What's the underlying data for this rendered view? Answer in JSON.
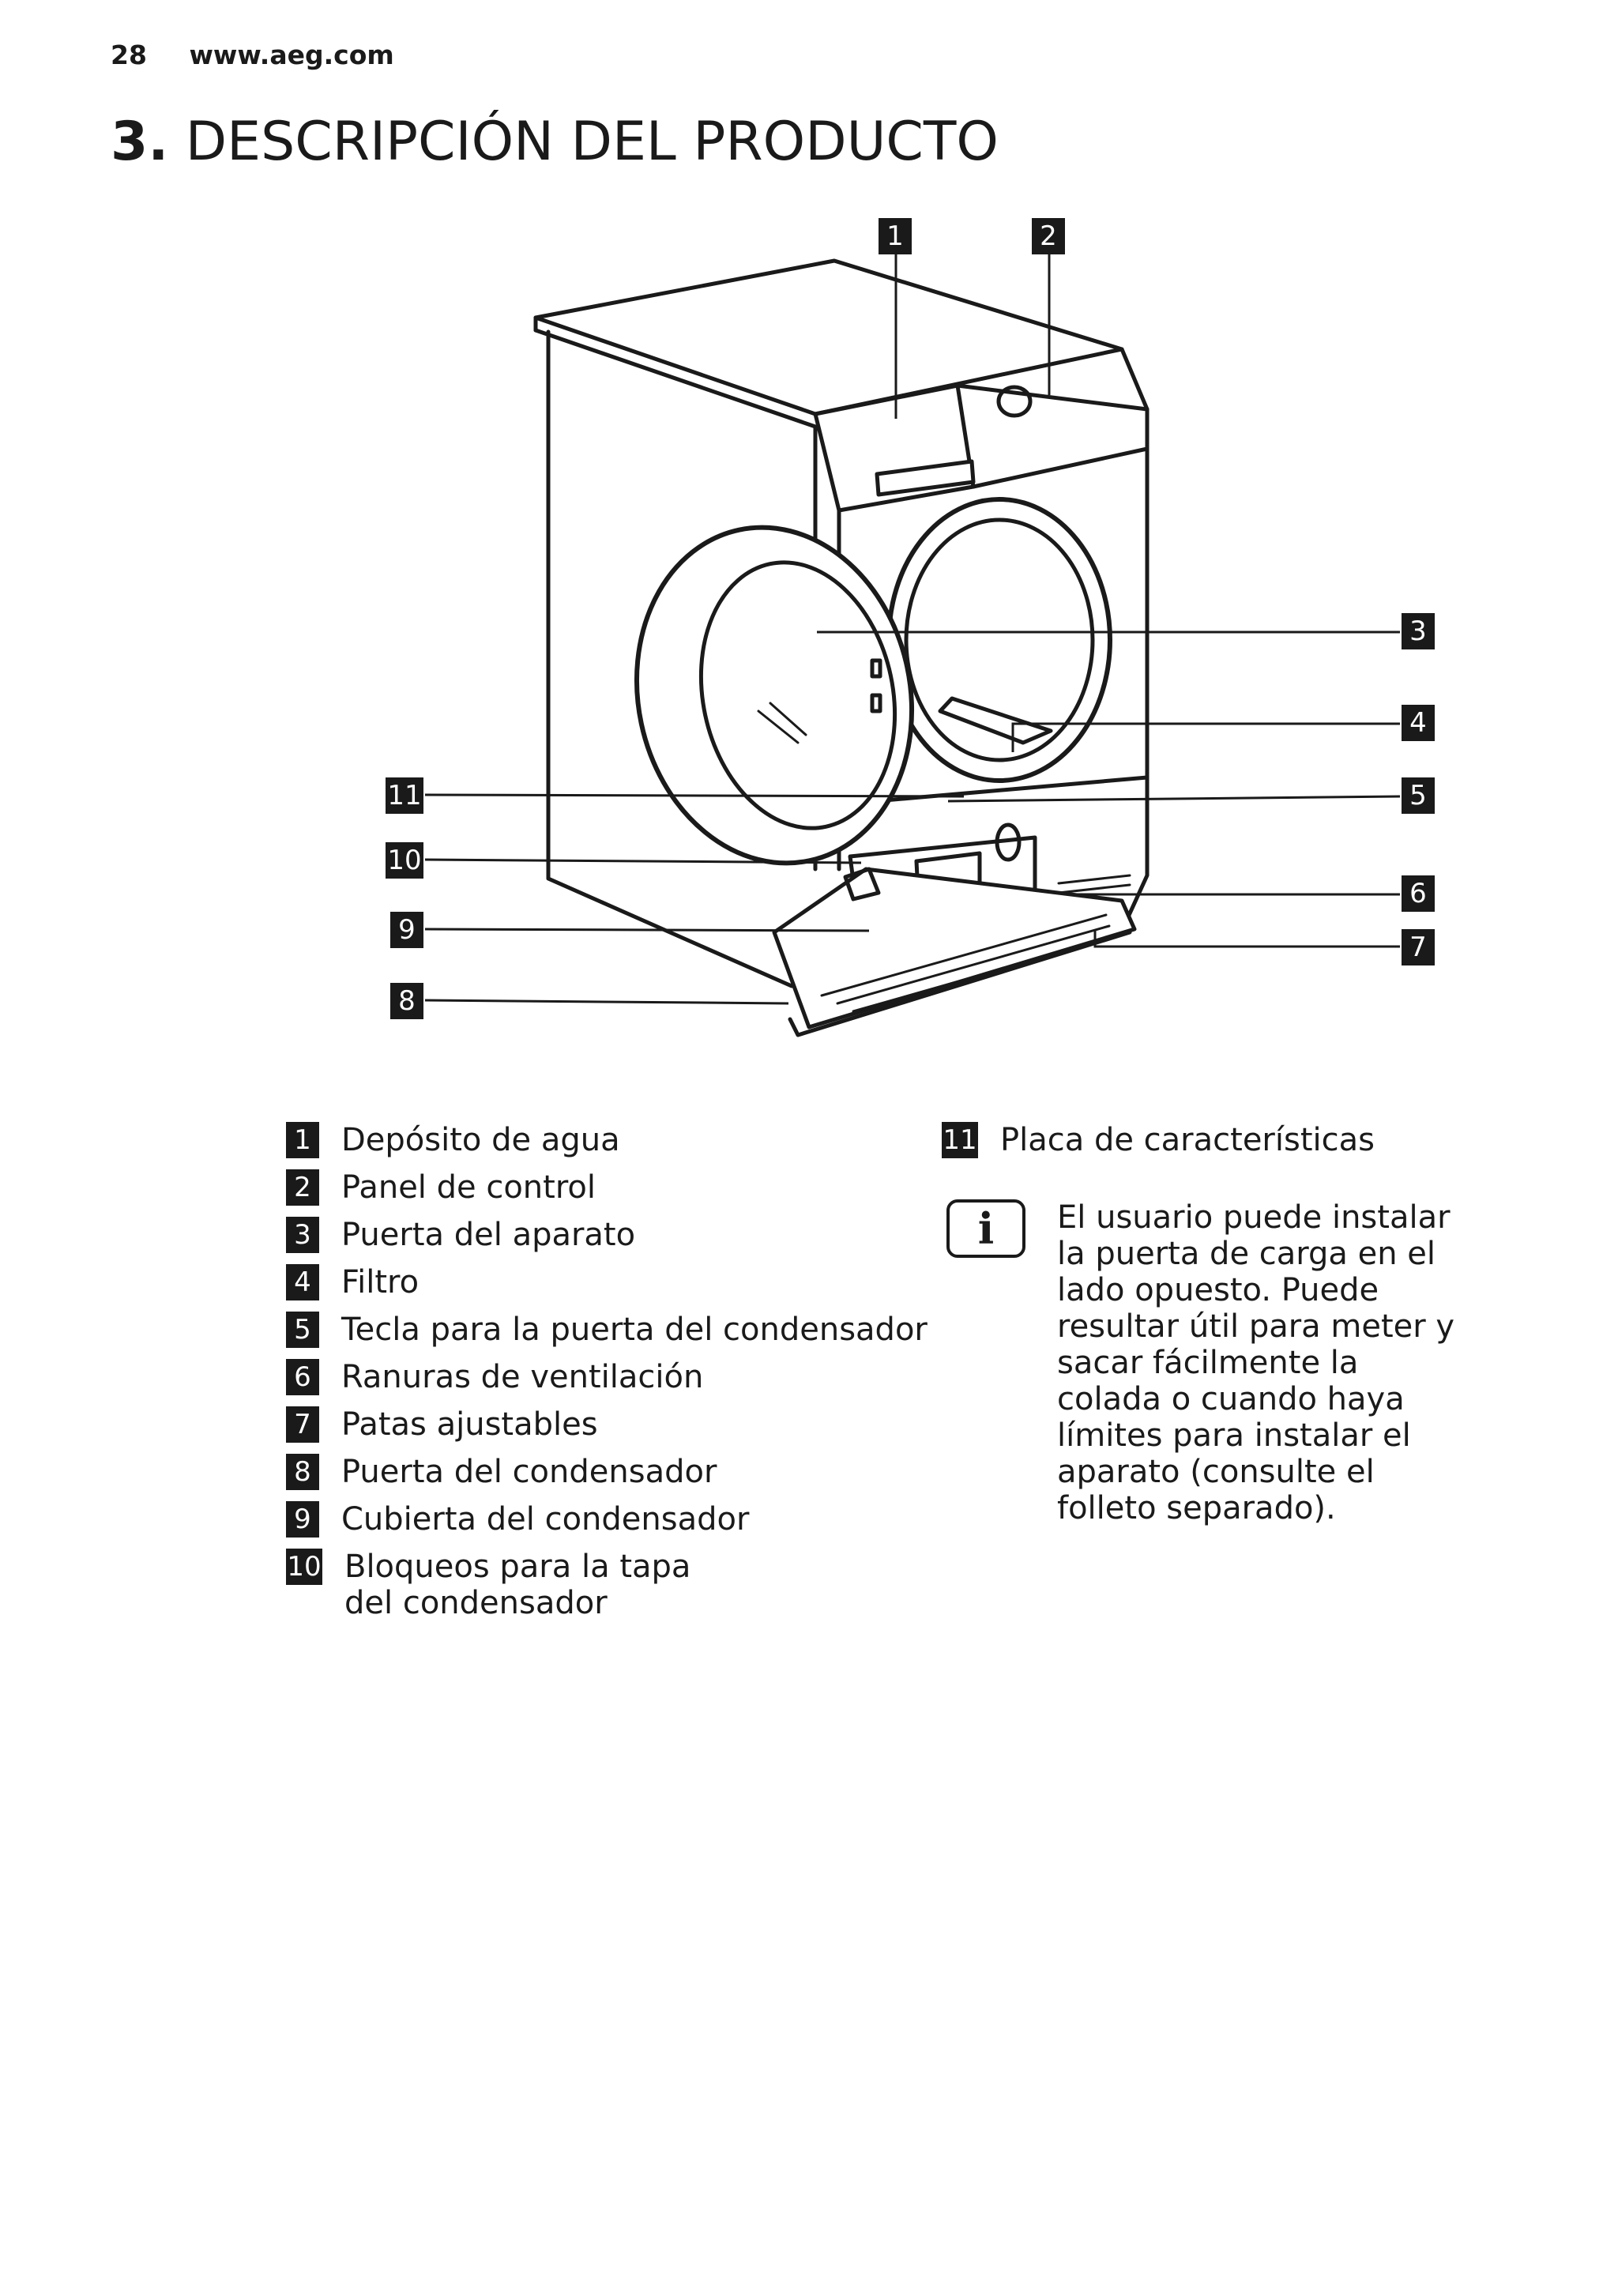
{
  "header": {
    "page_number": "28",
    "url": "www.aeg.com"
  },
  "title": {
    "number": "3.",
    "text": "DESCRIPCIÓN DEL PRODUCTO"
  },
  "figure": {
    "labels": [
      "1",
      "2",
      "3",
      "4",
      "5",
      "6",
      "7",
      "8",
      "9",
      "10",
      "11"
    ]
  },
  "legend": [
    {
      "num": "1",
      "text": "Depósito de agua"
    },
    {
      "num": "2",
      "text": "Panel de control"
    },
    {
      "num": "3",
      "text": "Puerta del aparato"
    },
    {
      "num": "4",
      "text": "Filtro"
    },
    {
      "num": "5",
      "text": "Tecla para la puerta del condensador"
    },
    {
      "num": "6",
      "text": "Ranuras de ventilación"
    },
    {
      "num": "7",
      "text": "Patas ajustables"
    },
    {
      "num": "8",
      "text": "Puerta del condensador"
    },
    {
      "num": "9",
      "text": "Cubierta del condensador"
    },
    {
      "num": "10",
      "text": "Bloqueos para la tapa del condensador"
    }
  ],
  "legend_right": [
    {
      "num": "11",
      "text": "Placa de características"
    }
  ],
  "note": {
    "icon": "info-icon",
    "icon_glyph": "i",
    "text": "El usuario puede instalar la puerta de carga en el lado opuesto. Puede resultar útil para meter y sacar fácilmente la colada o cuando haya límites para instalar el aparato (consulte el folleto separado)."
  }
}
